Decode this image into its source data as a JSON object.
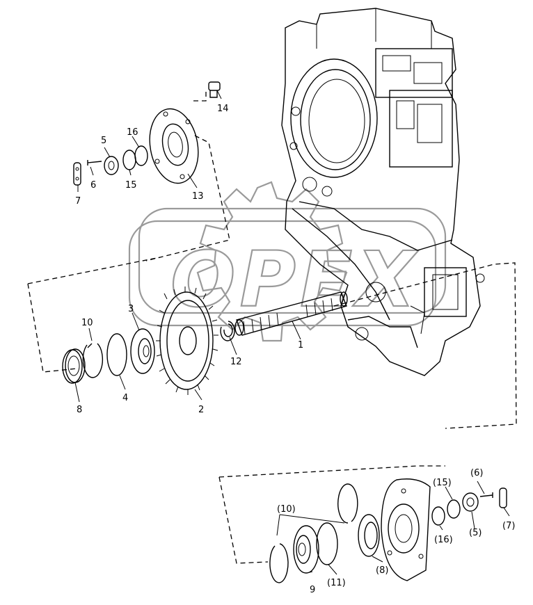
{
  "watermark": {
    "text": "OPEX",
    "color": "#9a9a9a"
  },
  "callouts": {
    "c1": "1",
    "c2": "2",
    "c3": "3",
    "c4": "4",
    "c5": "5",
    "c6": "6",
    "c7": "7",
    "c8": "8",
    "c9": "9",
    "c10": "10",
    "c12": "12",
    "c13": "13",
    "c14": "14",
    "c15": "15",
    "c16": "16",
    "p6": "(6)",
    "p15": "(15)",
    "p7": "(7)",
    "p10": "(10)",
    "p16": "(16)",
    "p5": "(5)",
    "p8": "(8)",
    "p11": "(11)"
  }
}
